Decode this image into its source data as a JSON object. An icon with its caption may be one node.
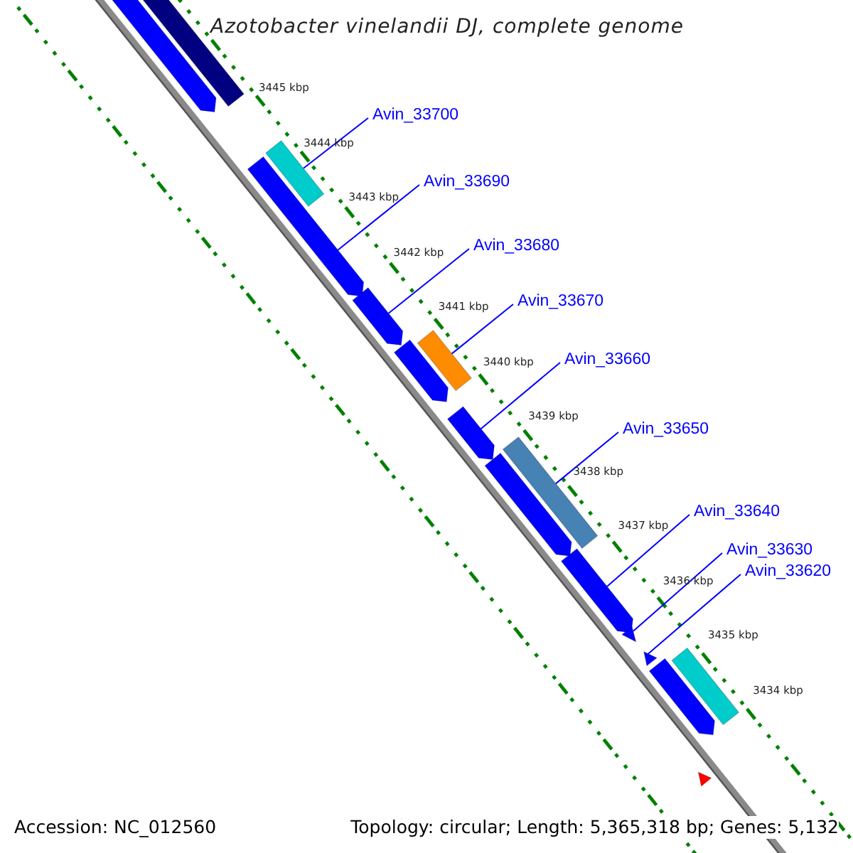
{
  "diagram": {
    "title": "Azotobacter vinelandii DJ, complete genome",
    "nodes": [
      {
        "text": [
          "Avin_33700"
        ]
      },
      {
        "text": [
          "Avin_33690"
        ]
      },
      {
        "text": [
          "Avin_33680"
        ]
      },
      {
        "text": [
          "Avin_33670"
        ]
      },
      {
        "text": [
          "Avin_33660"
        ]
      },
      {
        "text": [
          "Avin_33650"
        ]
      },
      {
        "text": [
          "Avin_33640"
        ]
      },
      {
        "text": [
          "Avin_33630"
        ]
      },
      {
        "text": [
          "Avin_33620"
        ]
      },
      {
        "text": [],
        "shape": "bar"
      },
      {
        "text": [],
        "shape": "pentagon"
      },
      {
        "text": [],
        "shape": "bar"
      },
      {
        "text": [],
        "shape": "pentagon"
      },
      {
        "text": [],
        "shape": "pentagon"
      },
      {
        "text": [],
        "shape": "pentagon"
      },
      {
        "text": [],
        "shape": "pentagon"
      },
      {
        "text": [],
        "shape": "bar"
      },
      {
        "text": [],
        "shape": "pentagon"
      },
      {
        "text": [],
        "shape": "bar"
      },
      {
        "text": [],
        "shape": "pentagon"
      },
      {
        "text": [],
        "shape": "pentagon"
      },
      {
        "text": [],
        "shape": "triangle"
      },
      {
        "text": [],
        "shape": "triangle"
      },
      {
        "text": [],
        "shape": "pentagon"
      },
      {
        "text": [],
        "shape": "bar"
      },
      {
        "text": [],
        "shape": "triangle"
      }
    ],
    "edges": [
      {
        "from": 0,
        "to": 11,
        "arrow": "none"
      },
      {
        "from": 1,
        "to": 13,
        "arrow": "none"
      },
      {
        "from": 2,
        "to": 14,
        "arrow": "none"
      },
      {
        "from": 3,
        "to": 16,
        "arrow": "none"
      },
      {
        "from": 4,
        "to": 17,
        "arrow": "none"
      },
      {
        "from": 5,
        "to": 18,
        "arrow": "none"
      },
      {
        "from": 6,
        "to": 20,
        "arrow": "none"
      },
      {
        "from": 7,
        "to": 21,
        "arrow": "none"
      },
      {
        "from": 8,
        "to": 22,
        "arrow": "none"
      }
    ],
    "labels": [
      "3445 kbp",
      "3444 kbp",
      "3443 kbp",
      "3442 kbp",
      "3441 kbp",
      "3440 kbp",
      "3439 kbp",
      "3438 kbp",
      "3437 kbp",
      "3436 kbp",
      "3435 kbp",
      "3434 kbp",
      "Accession: NC_012560",
      "Topology: circular; Length: 5,365,318 bp; Genes: 5,132"
    ]
  }
}
